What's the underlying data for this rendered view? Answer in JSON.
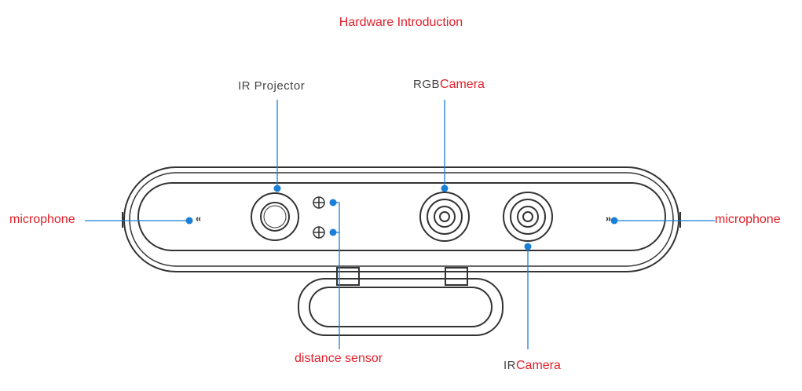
{
  "title": "Hardware Introduction",
  "colors": {
    "callout": "#1a7fd6",
    "label": "#e0202a",
    "device": "#333333"
  },
  "labels": {
    "ir_projector": "IR Projector",
    "rgb_prefix": "RGB",
    "rgb_suffix": "Camera",
    "mic_left": "microphone",
    "mic_right": "microphone",
    "distance_sensor": "distance sensor",
    "ir_cam_prefix": "IR",
    "ir_cam_suffix": "Camera"
  }
}
